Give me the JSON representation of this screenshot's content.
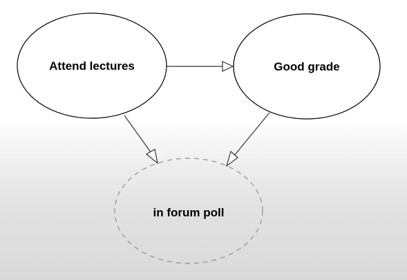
{
  "nodes": {
    "attend": {
      "label": "Attend lectures"
    },
    "grade": {
      "label": "Good grade"
    },
    "poll": {
      "label": "in forum poll"
    }
  },
  "edges": [
    {
      "from": "attend",
      "to": "grade",
      "arrowhead": "hollow-triangle"
    },
    {
      "from": "attend",
      "to": "poll",
      "arrowhead": "hollow-triangle"
    },
    {
      "from": "grade",
      "to": "poll",
      "arrowhead": "hollow-triangle"
    }
  ],
  "styles": {
    "node_stroke": "#000000",
    "node_fill": "#ffffff",
    "poll_stroke": "#9a9a9a",
    "poll_border": "dashed",
    "edge_stroke": "#333333"
  }
}
